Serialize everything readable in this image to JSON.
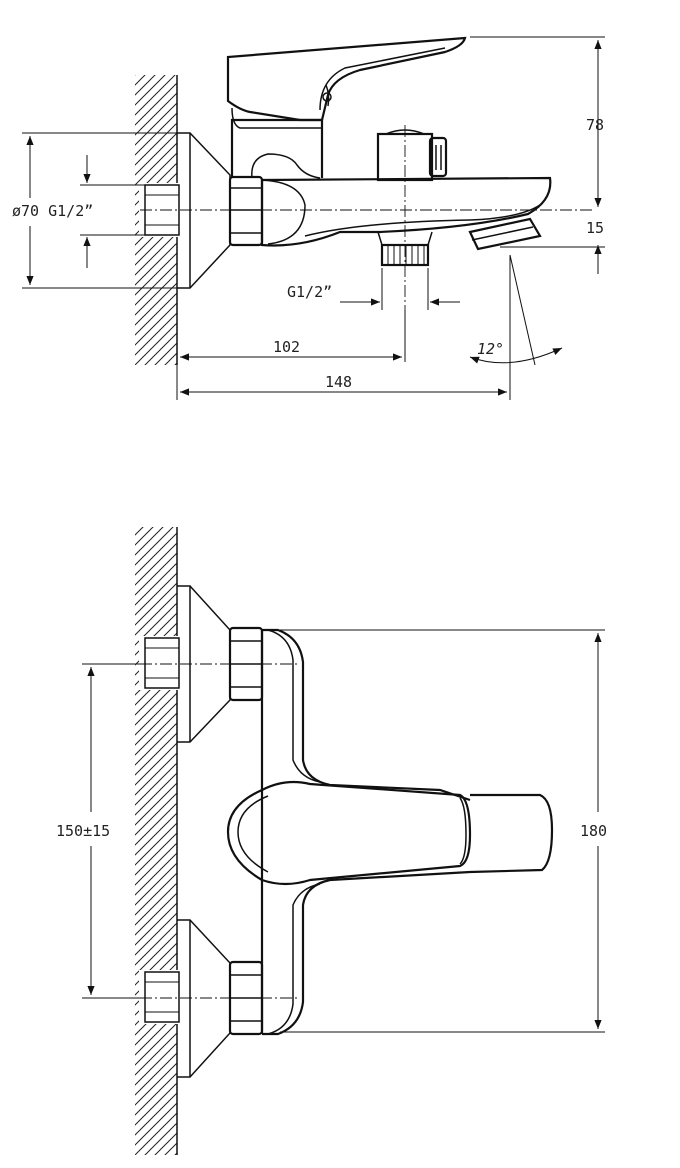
{
  "side_view": {
    "labels": {
      "inlet_diameter": "ø70 G1/2”",
      "outlet_thread": "G1/2”",
      "height_top": "78",
      "height_spout": "15",
      "depth_outlet": "102",
      "depth_total": "148",
      "angle": "12°"
    }
  },
  "front_view": {
    "labels": {
      "center_distance": "150±15",
      "total_width": "180"
    }
  },
  "colors": {
    "line": "#111111",
    "background": "#ffffff"
  }
}
